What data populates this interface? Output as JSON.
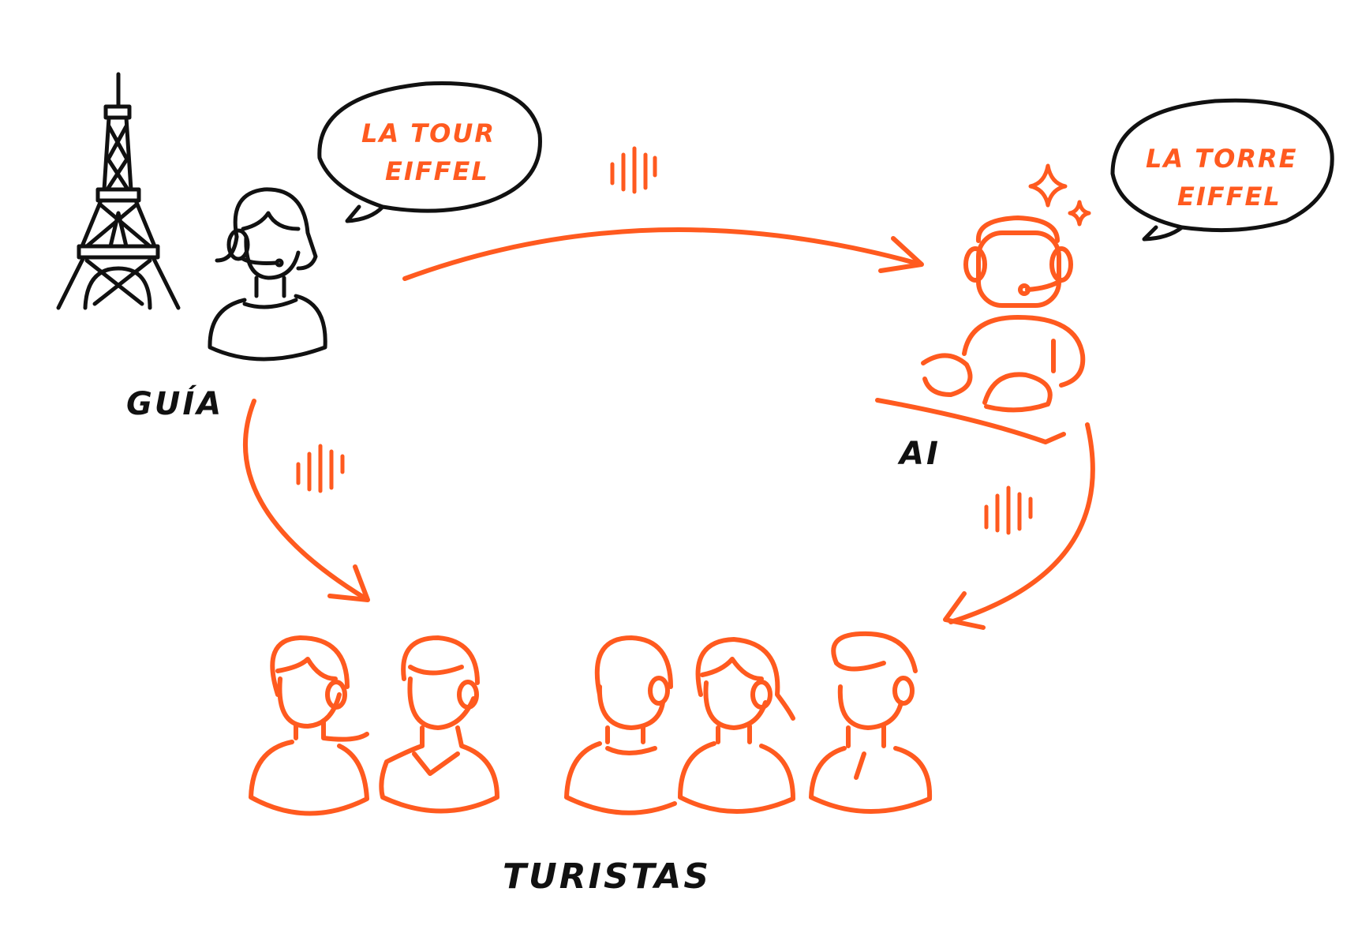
{
  "colors": {
    "accent": "#ff5a1f",
    "ink": "#111111"
  },
  "guide": {
    "label": "GUÍA",
    "speech_line1": "LA TOUR",
    "speech_line2": "EIFFEL"
  },
  "ai": {
    "label": "AI",
    "speech_line1": "LA TORRE",
    "speech_line2": "EIFFEL"
  },
  "tourists": {
    "label": "TURISTAS",
    "count": 5
  },
  "icons": [
    "eiffel-tower-icon",
    "sound-wave-icon",
    "sparkle-icon",
    "headset-icon"
  ]
}
